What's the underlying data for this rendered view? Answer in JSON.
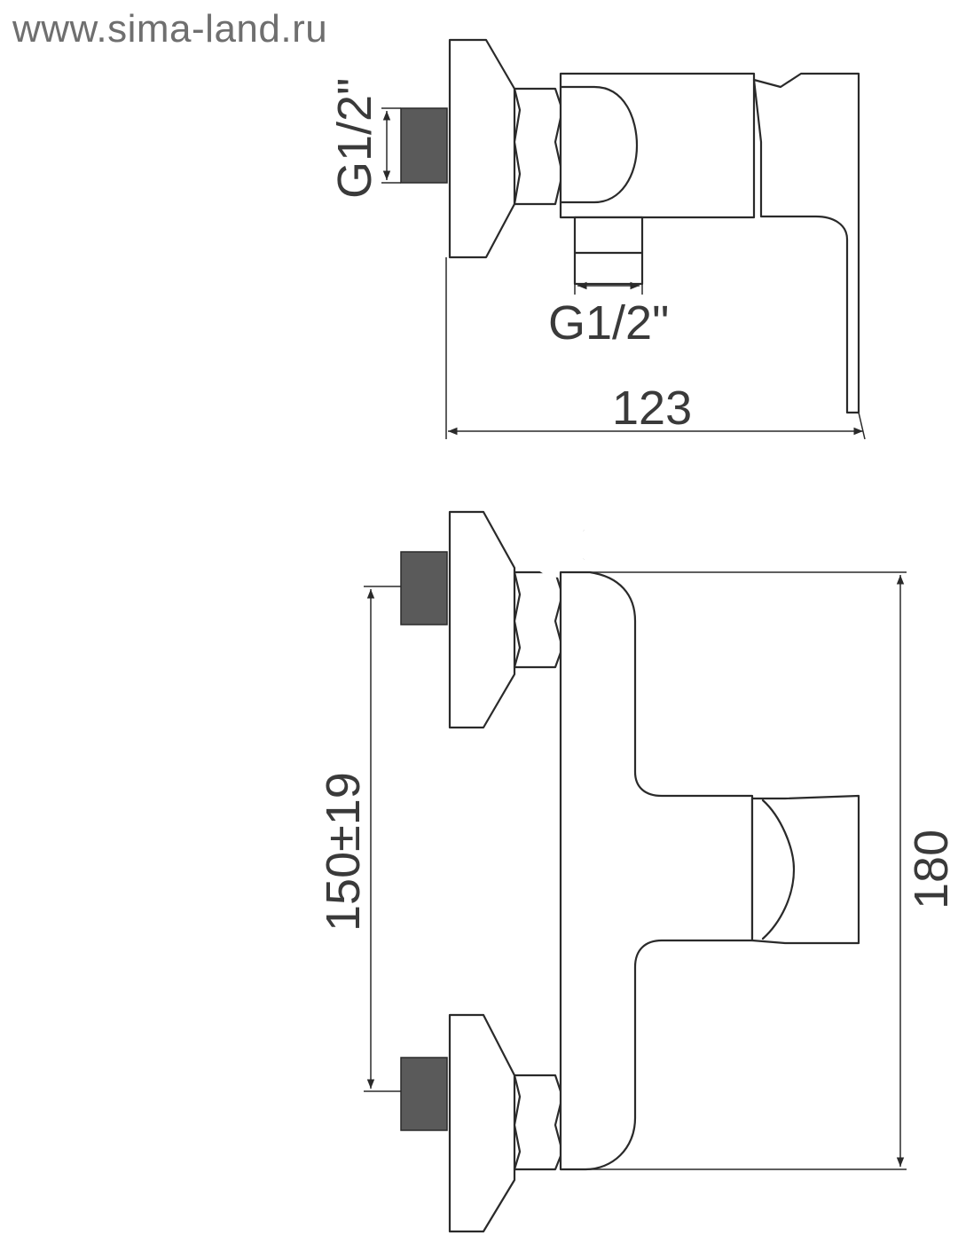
{
  "watermark": "www.sima-land.ru",
  "dimensions": {
    "inlet_thread_side": "G1/2\"",
    "outlet_thread": "G1/2\"",
    "depth": "123",
    "inlet_spacing": "150±19",
    "height": "180"
  },
  "colors": {
    "line": "#2a2a2a",
    "thread_fill": "#5a5a5a",
    "text": "#3a3a3a",
    "watermark": "#6f6f6f"
  }
}
